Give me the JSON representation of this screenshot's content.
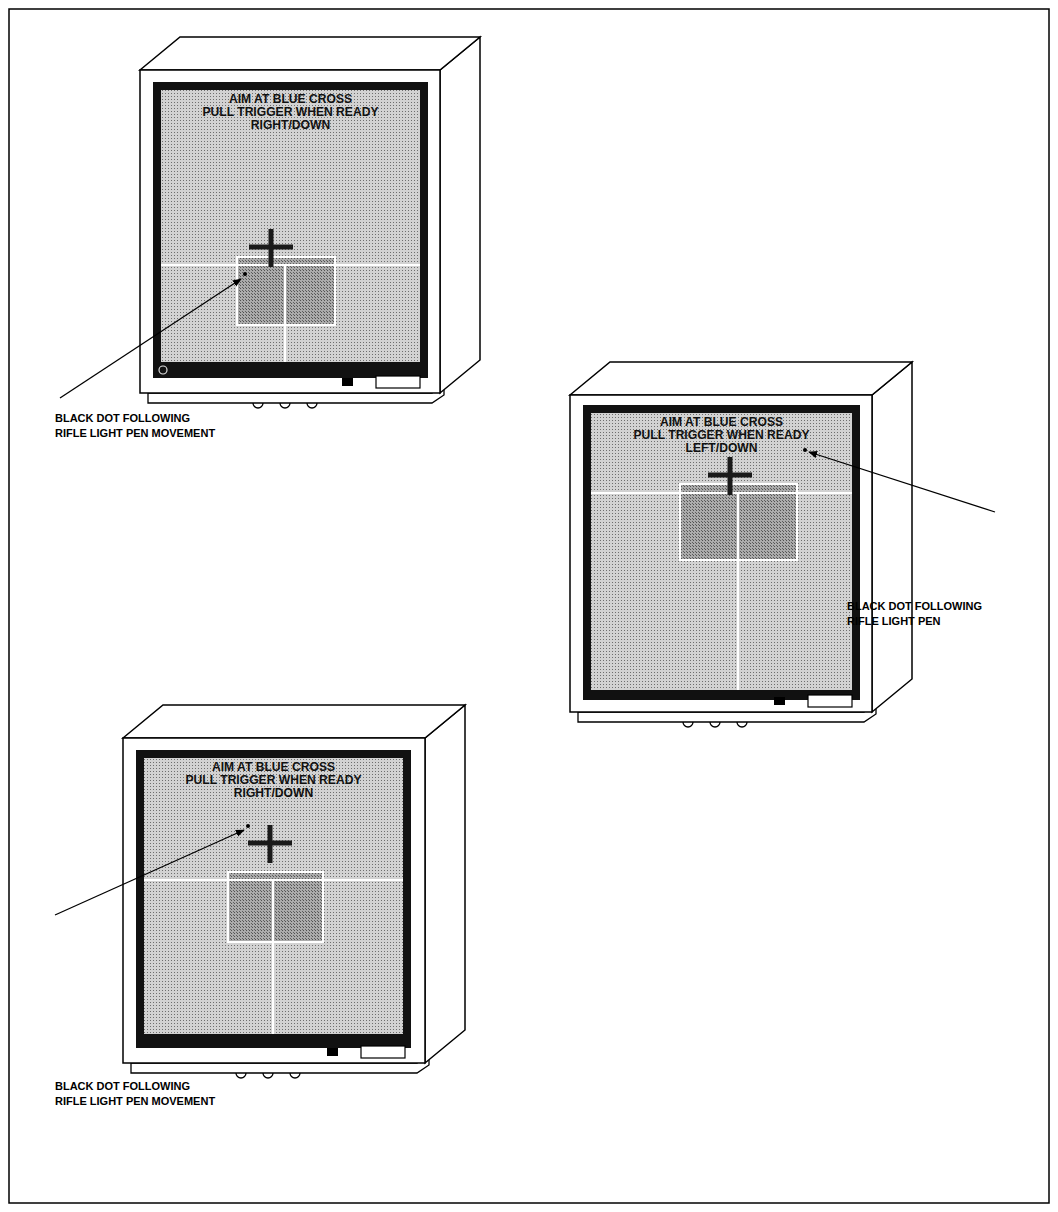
{
  "diagram": {
    "nodes": [
      {
        "text": [
          "AIM AT BLUE CROSS",
          "PULL TRIGGER WHEN READY",
          "RIGHT/DOWN"
        ]
      },
      {
        "text": [
          "AIM AT BLUE CROSS",
          "PULL TRIGGER WHEN READY",
          "LEFT/DOWN"
        ]
      },
      {
        "text": [
          "AIM AT BLUE CROSS",
          "PULL TRIGGER WHEN READY",
          "RIGHT/DOWN"
        ]
      }
    ],
    "labels": [
      "BLACK DOT FOLLOWING RIFLE LIGHT PEN MOVEMENT",
      "BLACK DOT FOLLOWING RIFLE LIGHT PEN",
      "BLACK DOT FOLLOWING RIFLE LIGHT PEN MOVEMENT"
    ]
  }
}
